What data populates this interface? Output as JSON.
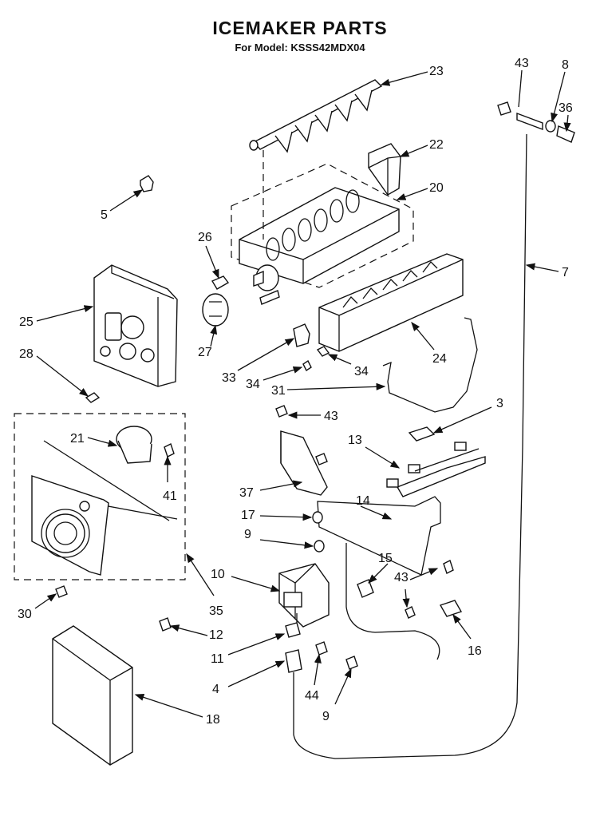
{
  "title": "ICEMAKER PARTS",
  "subtitle": "For Model: KSSS42MDX04",
  "callouts": {
    "c23": "23",
    "c43a": "43",
    "c8": "8",
    "c36": "36",
    "c22": "22",
    "c20": "20",
    "c5": "5",
    "c26": "26",
    "c7": "7",
    "c25": "25",
    "c28": "28",
    "c27": "27",
    "c33": "33",
    "c34a": "34",
    "c34b": "34",
    "c24": "24",
    "c31": "31",
    "c3": "3",
    "c43b": "43",
    "c21": "21",
    "c13": "13",
    "c41": "41",
    "c37": "37",
    "c14": "14",
    "c17": "17",
    "c9a": "9",
    "c15": "15",
    "c10": "10",
    "c43c": "43",
    "c30": "30",
    "c35": "35",
    "c12": "12",
    "c16": "16",
    "c11": "11",
    "c4": "4",
    "c44": "44",
    "c9b": "9",
    "c18": "18"
  }
}
